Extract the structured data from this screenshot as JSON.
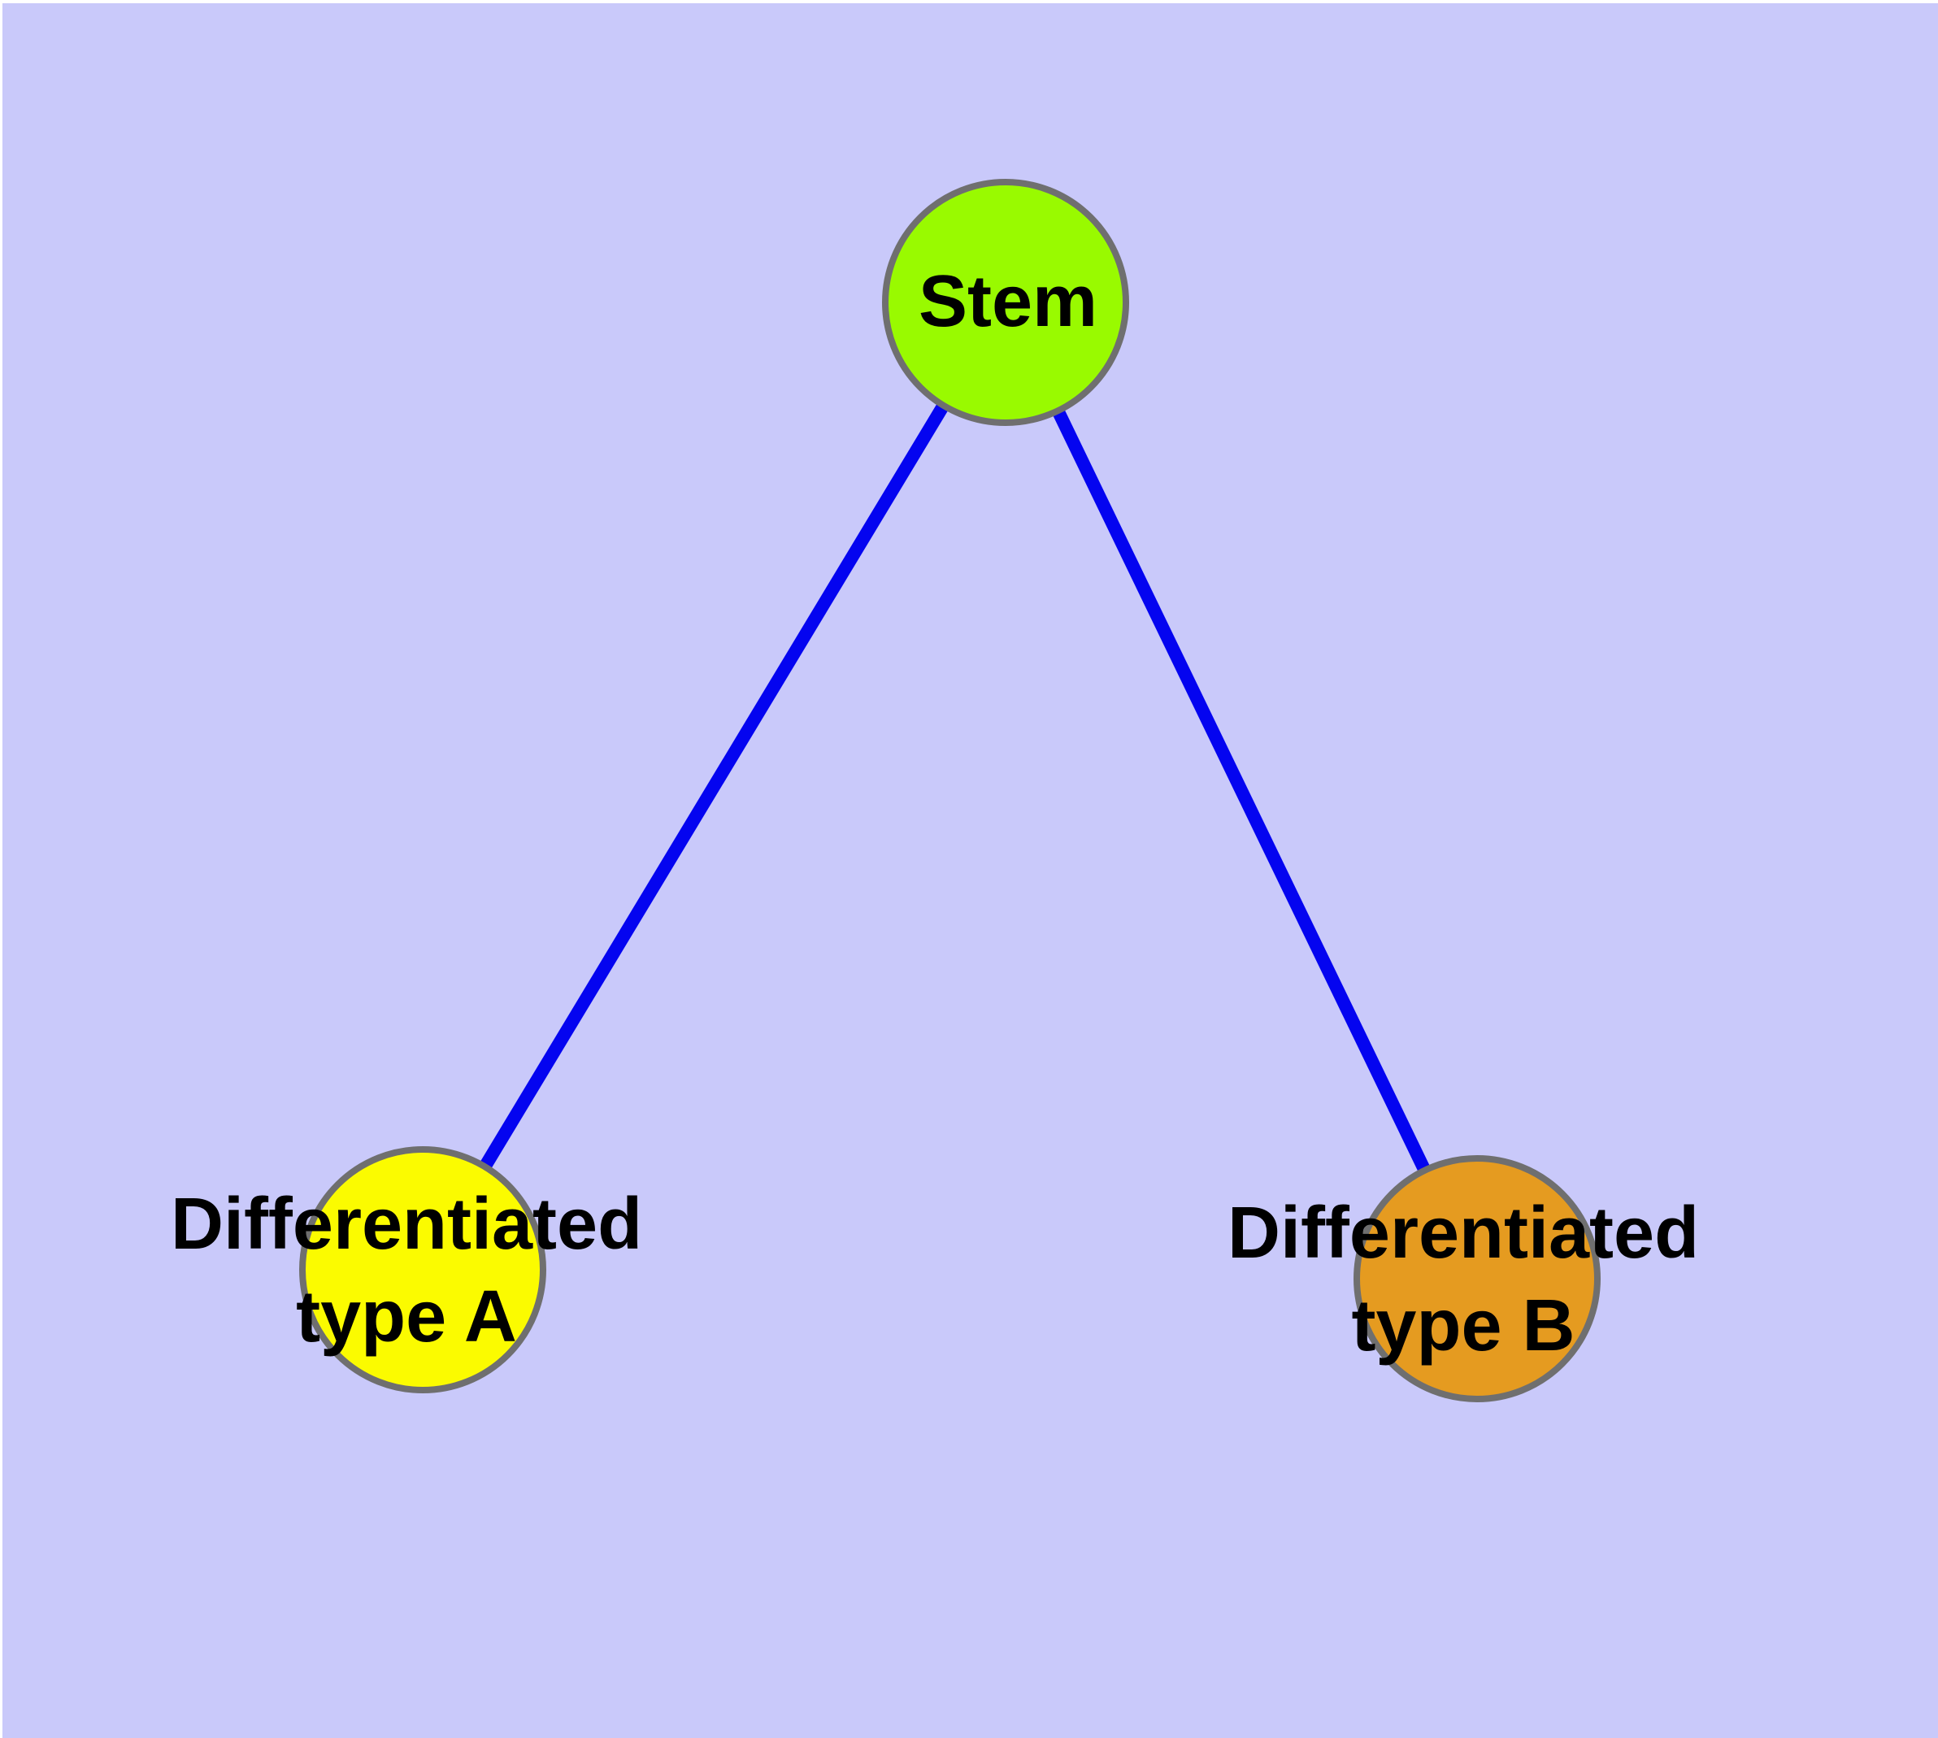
{
  "diagram": {
    "background_color": "#C9C9FA",
    "frame_color": "#FFFFFF",
    "edge_color": "#0404F0",
    "node_border_color": "#6F6F6F",
    "text_color": "#000000",
    "nodes": {
      "stem": {
        "label": "Stem",
        "fill": "#99FA00"
      },
      "type_a": {
        "label_lines": [
          "Differentiated",
          "type A"
        ],
        "fill": "#FBFB00"
      },
      "type_b": {
        "label_lines": [
          "Differentiated",
          "type B"
        ],
        "fill": "#E59B20"
      }
    },
    "edges": [
      {
        "from": "Stem",
        "to": "Differentiated type A"
      },
      {
        "from": "Stem",
        "to": "Differentiated type B"
      }
    ]
  }
}
